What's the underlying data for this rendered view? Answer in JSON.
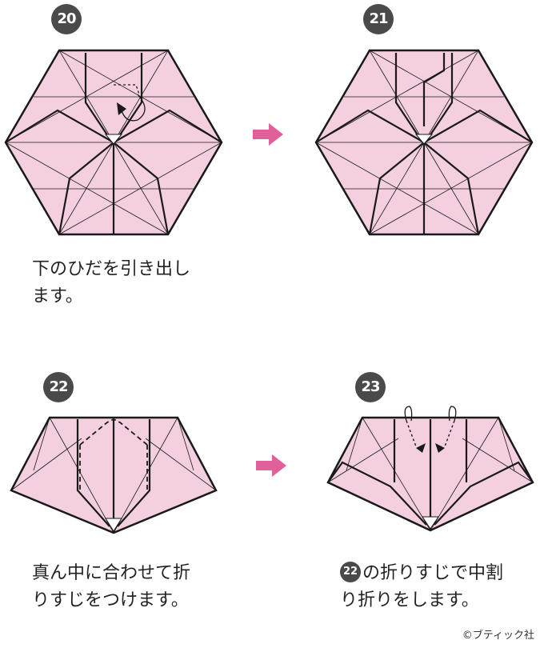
{
  "steps": [
    {
      "number": "20",
      "caption_line1": "下のひだを引き出し",
      "caption_line2": "ます。"
    },
    {
      "number": "21"
    },
    {
      "number": "22",
      "caption_line1": "真ん中に合わせて折",
      "caption_line2": "りすじをつけます。"
    },
    {
      "number": "23",
      "caption_ref": "22",
      "caption_line1": "の折りすじで中割",
      "caption_line2": "り折りをします。"
    }
  ],
  "colors": {
    "paper": "#f4cfe0",
    "line": "#1a1a1a",
    "arrow": "#e0609a",
    "badge": "#4a4a4a"
  },
  "icons": [
    "next-arrow-icon"
  ],
  "copyright": "©ブティック社"
}
